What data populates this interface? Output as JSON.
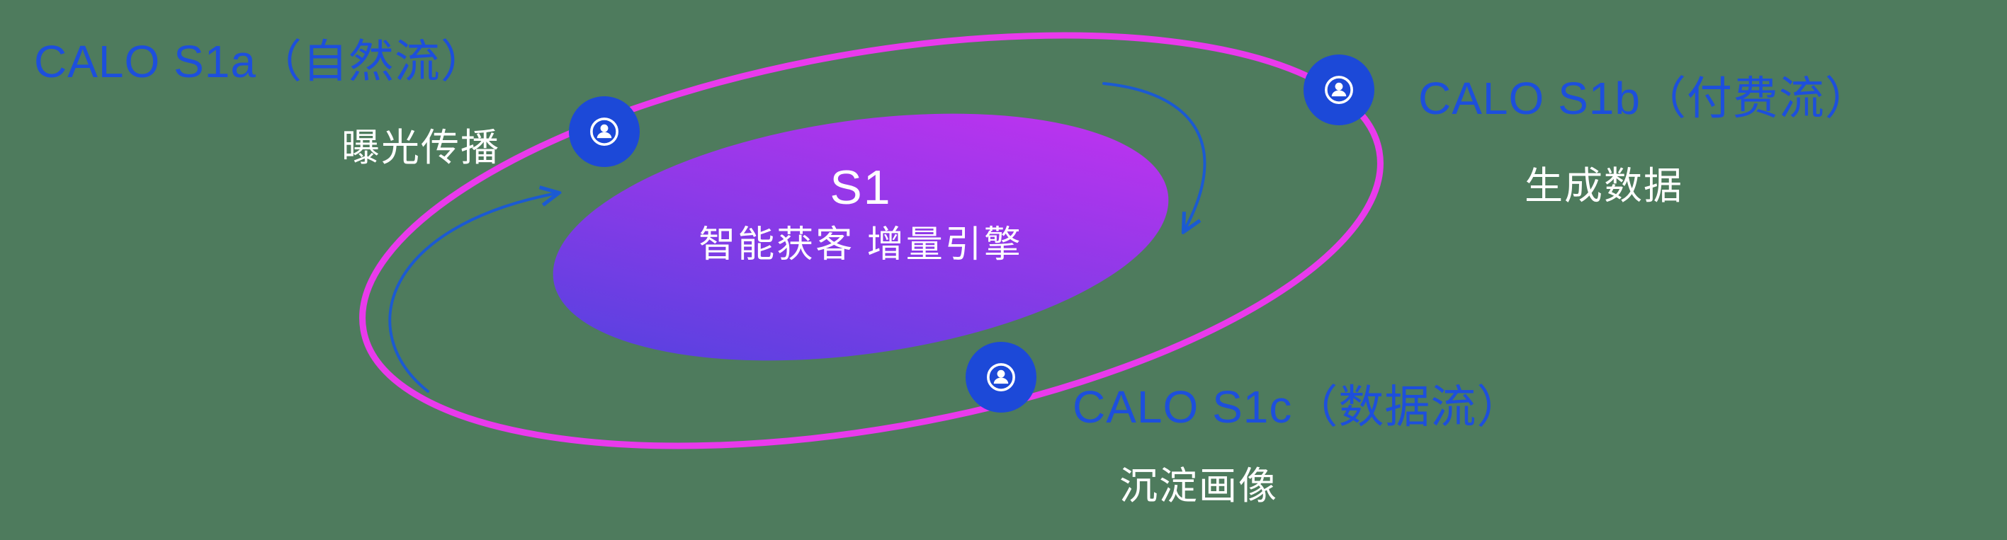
{
  "colors": {
    "background": "#4e7b5d",
    "label-blue": "#1d4fdc",
    "orbit-pink": "#e93aec",
    "node-blue": "#1c49d8",
    "arrow-blue": "#1b5ad2",
    "core-gradient-start": "#4b43de",
    "core-gradient-end": "#cb31f1",
    "text-white": "#ffffff"
  },
  "core": {
    "title": "S1",
    "subtitle": "智能获客  增量引擎"
  },
  "nodes": [
    {
      "id": "s1a",
      "label": "CALO S1a（自然流）",
      "sublabel": "曝光传播",
      "icon": "user-icon"
    },
    {
      "id": "s1b",
      "label": "CALO S1b（付费流）",
      "sublabel": "生成数据",
      "icon": "user-icon"
    },
    {
      "id": "s1c",
      "label": "CALO S1c（数据流）",
      "sublabel": "沉淀画像",
      "icon": "user-icon"
    }
  ]
}
